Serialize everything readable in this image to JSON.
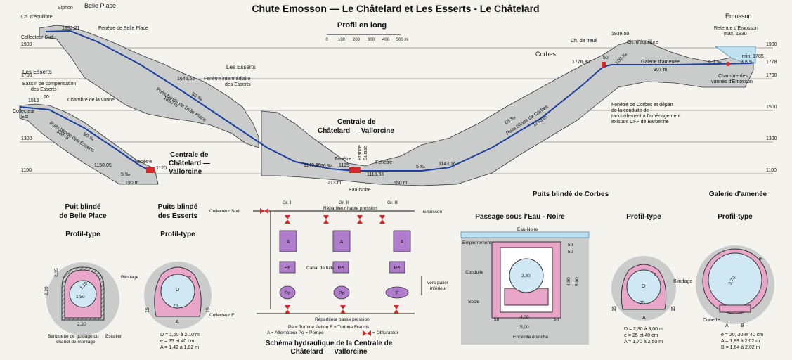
{
  "title": "Chute Emosson — Le Châtelard et Les Esserts - Le Châtelard",
  "profile": {
    "heading": "Profil en long",
    "scale_ticks": [
      "0",
      "100",
      "200",
      "300",
      "400",
      "500 m"
    ],
    "elev_left": [
      "1900",
      "1700",
      "1500",
      "1300",
      "1100"
    ],
    "elev_right": [
      "1900",
      "1700",
      "1500",
      "1300",
      "1100"
    ],
    "labels": {
      "belle_place": "Belle Place",
      "siphon": "Siphon",
      "ch_equilibre_left": "Ch. d'équilibre",
      "collecteur_sud": "Collecteur Sud",
      "elev_1992": "1992,21",
      "fenetre_belle_place": "Fenêtre de Belle Place",
      "les_esserts_left": "Les Esserts",
      "bassin_1": "Bassin de compensation",
      "bassin_2": "des Esserts",
      "chambre_vanne": "Chambre de la vanne",
      "collecteur_est_1": "Collecteur",
      "collecteur_est_2": "Est",
      "elev_1516": "1516",
      "elev_60": "60",
      "elev_1645": "1645,52",
      "les_esserts_mid": "Les Esserts",
      "fenetre_interm_1": "Fenêtre intermédiaire",
      "fenetre_interm_2": "des Esserts",
      "pbp_slope": "50 ‰",
      "pbp_name": "Puits blindé de Belle Place",
      "pbp_len": "1860 m",
      "pde_slope": "90 ‰",
      "pde_name": "Puits blindé des Esserts",
      "pde_len": "528 m",
      "elev_1150": "1150,05",
      "fenetre_left": "Fenêtre",
      "elev_1120": "1120",
      "slope_5_left": "5 ‰",
      "dist_190": "190 m",
      "centrale_left_1": "Centrale de",
      "centrale_left_2": "Châtelard —",
      "centrale_left_3": "Vallorcine",
      "centrale_mid_1": "Centrale de",
      "centrale_mid_2": "Châtelard — Vallorcine",
      "elev_1149": "1149,05",
      "slope_876": "8,76 ‰",
      "fenetre_mid": "Fenêtre",
      "elev_1125": "1125",
      "france": "France",
      "suisse": "Suisse",
      "fenetre_mid2": "Fenêtre",
      "elev_1116": "1116,33",
      "slope_5_mid": "5 ‰",
      "elev_1143": "1143,16",
      "dist_213": "213 m",
      "eau_noire": "Eau-Noire",
      "dist_550": "550 m",
      "pdc_slope": "65 ‰",
      "pdc_name": "Puits blindé de Corbes",
      "pdc_len": "1140 m",
      "corbes": "Corbes",
      "ch_treuil": "Ch. de treuil",
      "elev_1939": "1939,50",
      "ch_equilibre_right": "Ch. d'équilibre",
      "elev_1776": "1776,30",
      "elev_50": "50",
      "slope_100": "100 ‰",
      "galerie": "Galerie d'amenée",
      "slope_65": "6,5 ‰",
      "slope_38": "3,8 ‰",
      "dist_907": "907 m",
      "emosson": "Emosson",
      "retenue_1": "Retenue d'Emosson",
      "retenue_2": "max. 1930",
      "min_1785": "min. 1785",
      "elev_1778": "1778",
      "chambre_vannes_1": "Chambre des",
      "chambre_vannes_2": "vannes d'Emosson",
      "fenetre_corbes": [
        "Fenêtre de Corbes et départ",
        "de la conduite de",
        "raccordement à l'aménagement",
        "existant CFF de Barberine"
      ]
    }
  },
  "sections": {
    "pbp": {
      "title_1": "Puit blindé",
      "title_2": "de Belle Place",
      "profil": "Profil-type",
      "dim_235": "2,35",
      "dim_220": "2,20",
      "dim_110": "1,10",
      "dim_150": "1,50",
      "blindage": "Blindage",
      "dim_220b": "2,20",
      "banquette_1": "Banquette de guidage du",
      "banquette_2": "chariot de montage",
      "escalier": "Escalier"
    },
    "pde": {
      "title_1": "Puits blindé",
      "title_2": "des Esserts",
      "profil": "Profil-type",
      "d": "D",
      "e": "e",
      "dim_75": "75",
      "dim_15": "15",
      "dim_15b": "15",
      "a": "A",
      "specs": [
        "D = 1,60 à 2,10 m",
        "e = 25 et 40 cm",
        "A = 1,42 à 1,92 m"
      ]
    },
    "corbes": {
      "title": "Puits blindé de Corbes",
      "passage": "Passage sous l'Eau - Noire",
      "eau_noire": "Eau-Noire",
      "empierrement": "Empierrement",
      "conduite": "Conduite",
      "socle": "Socle",
      "dim_230": "2,30",
      "dim_50a": "50",
      "dim_50b": "50",
      "dim_400": "4,00",
      "dim_500": "5,00",
      "dim_400b": "4,00",
      "dim_50c": "50",
      "dim_50d": "50",
      "dim_500b": "5,00",
      "enceinte": "Enceinte étanche",
      "profil": "Profil-type",
      "d": "D",
      "e": "e",
      "dim_75": "75",
      "dim_15": "15",
      "dim_15b": "15",
      "a": "A",
      "blindage": "Blindage",
      "specs": [
        "D = 2,30 à 3,00 m",
        "e = 25 et 40 cm",
        "A = 1,70 à 2,50 m"
      ]
    },
    "galerie": {
      "title": "Galerie d'amenée",
      "profil": "Profil-type",
      "e": "e",
      "dim_370": "3,70",
      "cunette": "Cunette",
      "a": "A",
      "b": "B",
      "specs": [
        "e = 20, 30 et 40 cm",
        "A = 1,89 à 2,02 m",
        "B = 1,64 à 2,02 m"
      ]
    }
  },
  "hydraulic": {
    "collecteur_sud": "Collecteur Sud",
    "collecteur_e": "Collecteur E",
    "emosson": "Emosson",
    "groups": [
      "Gr. I",
      "Gr. II",
      "Gr. III"
    ],
    "rep_haute": "Répartiteur haute pression",
    "rep_basse": "Répartiteur basse pression",
    "canal": "Canal de fuite",
    "vers_1": "vers palier",
    "vers_2": "inférieur",
    "box_a": "A",
    "box_pe": "Pe",
    "box_po": "Po",
    "box_f": "F",
    "legend_1": "Pe = Turbine  Pelton    F = Turbine Francis",
    "legend_2": "A = Alternateur        Po = Pompe",
    "obturateur": "= Obturateur",
    "caption_1": "Schéma hydraulique de la Centrale de",
    "caption_2": "Châtelard — Vallorcine"
  }
}
